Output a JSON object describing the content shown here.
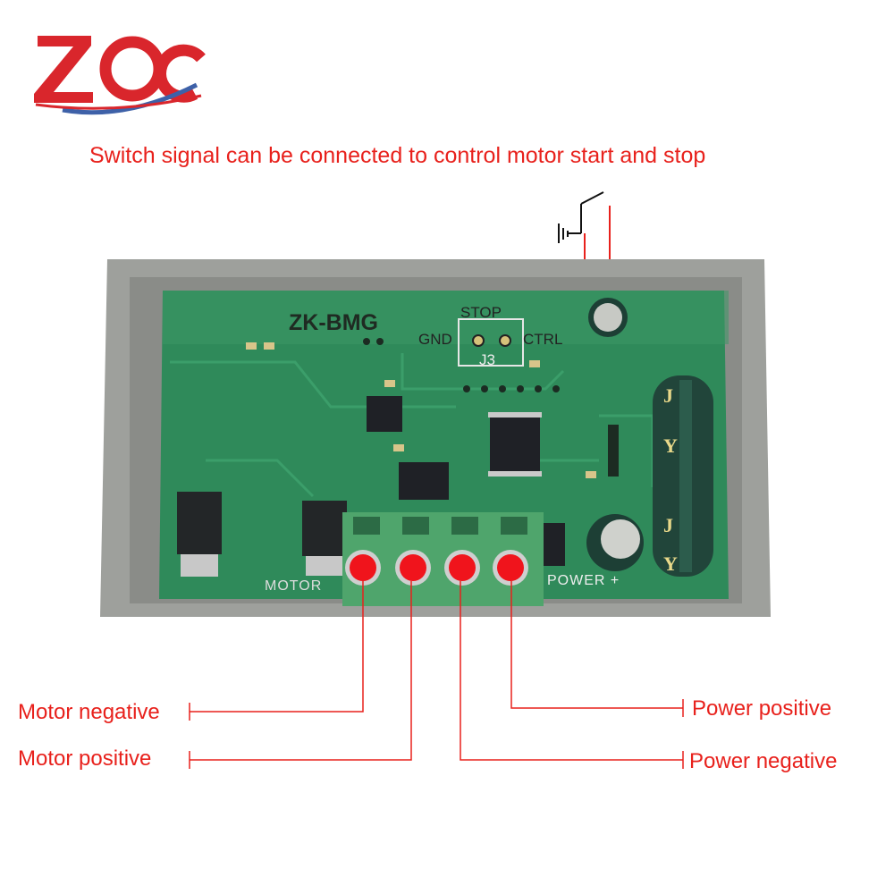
{
  "logo": {
    "text": "ZQC",
    "colors": {
      "primary": "#d9262c",
      "accent": "#3e61a8"
    }
  },
  "headline": "Switch signal can be connected to control motor start and stop",
  "board": {
    "model": "ZK-BMG",
    "stop_label": "STOP",
    "gnd_label": "GND",
    "ctrl_label": "CTRL",
    "jumper_label": "J3",
    "motor_label": "MOTOR",
    "power_label": "POWER +",
    "capacitor_marks": [
      "J",
      "Y",
      "J",
      "Y"
    ]
  },
  "labels": {
    "motor_negative": "Motor negative",
    "motor_positive": "Motor positive",
    "power_positive": "Power positive",
    "power_negative": "Power negative"
  },
  "colors": {
    "annotation": "#e8211c",
    "pcb": "#2f8a5a",
    "enclosure": "#9a9c98",
    "terminal": "#4fa56c"
  }
}
